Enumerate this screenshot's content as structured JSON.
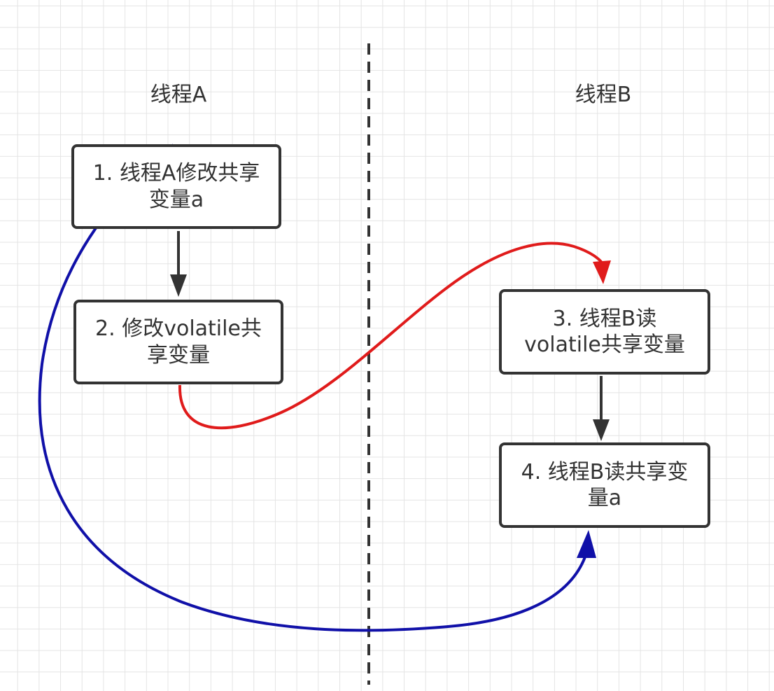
{
  "lanes": [
    {
      "label": "线程A"
    },
    {
      "label": "线程B"
    }
  ],
  "nodes": [
    {
      "id": "n1",
      "text": "1. 线程A修改共享变量a"
    },
    {
      "id": "n2",
      "text": "2. 修改volatile共享变量"
    },
    {
      "id": "n3",
      "text": "3. 线程B读volatile共享变量"
    },
    {
      "id": "n4",
      "text": "4. 线程B读共享变量a"
    }
  ],
  "edges": [
    {
      "from": "n1",
      "to": "n2",
      "color": "#333333"
    },
    {
      "from": "n3",
      "to": "n4",
      "color": "#333333"
    },
    {
      "from": "n2",
      "to": "n3",
      "color": "#e01b1b"
    },
    {
      "from": "n1",
      "to": "n4",
      "color": "#1010a8"
    }
  ],
  "divider_color": "#333333"
}
